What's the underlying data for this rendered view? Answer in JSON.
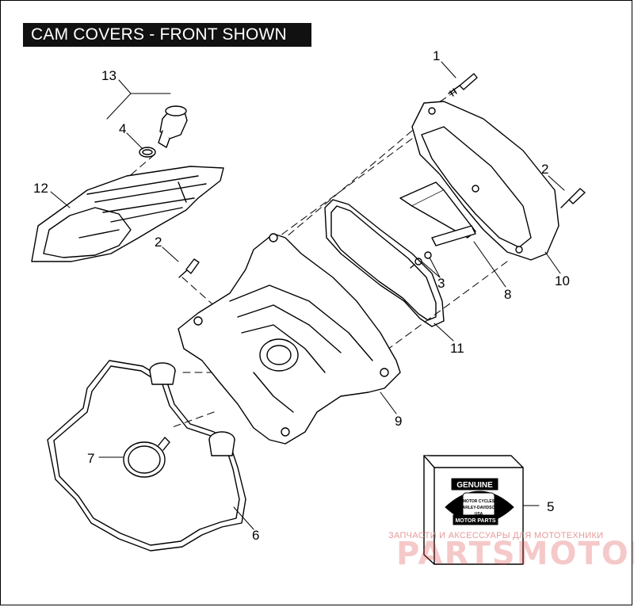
{
  "title": "CAM COVERS - FRONT SHOWN",
  "callouts": {
    "c1": "1",
    "c2a": "2",
    "c2b": "2",
    "c3": "3",
    "c4": "4",
    "c5": "5",
    "c6": "6",
    "c7": "7",
    "c8": "8",
    "c9": "9",
    "c10": "10",
    "c11": "11",
    "c12": "12",
    "c13": "13"
  },
  "box_logo": {
    "genuine": "GENUINE",
    "brand_line1": "MOTOR CYCLES",
    "brand_line2": "HARLEY-DAVIDSON",
    "brand_line3": "USA",
    "motor_parts": "MOTOR PARTS"
  },
  "watermark": {
    "line": "ЗАПЧАСТИ И АКСЕССУАРЫ ДЛЯ МОТОТЕХНИКИ",
    "brand": "PARTSMOTOR.RU"
  },
  "colors": {
    "ink": "#000000",
    "title_bg": "#111111",
    "watermark": "#d94a4a"
  }
}
